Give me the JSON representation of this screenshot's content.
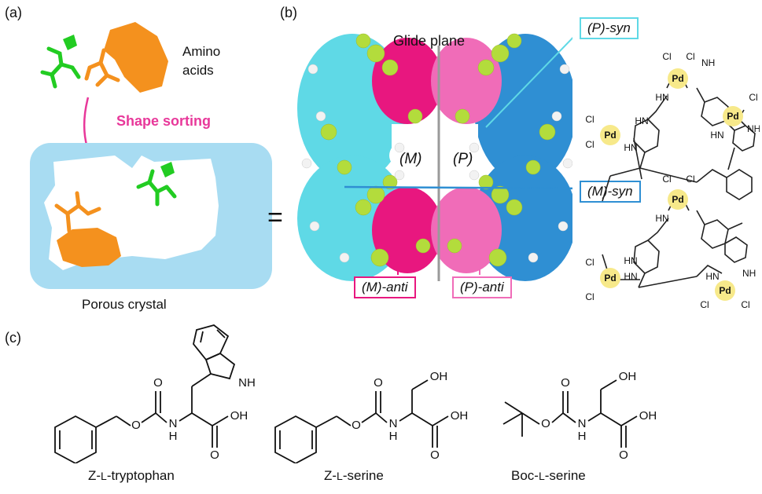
{
  "panel_a": {
    "label": "(a)",
    "amino_acids_line1": "Amino",
    "amino_acids_line2": "acids",
    "shape_sorting": "Shape sorting",
    "porous_crystal": "Porous crystal"
  },
  "equals_sign": "=",
  "panel_b": {
    "label": "(b)",
    "glide_plane": "Glide plane",
    "m_paren": "(M)",
    "p_paren": "(P)",
    "p_syn": "(P)-syn",
    "m_syn": "(M)-syn",
    "m_anti": "(M)-anti",
    "p_anti": "(P)-anti",
    "pd": "Pd",
    "cl": "Cl",
    "hn": "HN",
    "nh": "NH"
  },
  "panel_c": {
    "label": "(c)",
    "compounds": [
      {
        "name_prefix": "Z-",
        "name_l": "L",
        "name_suffix": "-tryptophan"
      },
      {
        "name_prefix": "Z-",
        "name_l": "L",
        "name_suffix": "-serine"
      },
      {
        "name_prefix": "Boc-",
        "name_l": "L",
        "name_suffix": "-serine"
      }
    ],
    "atom_o": "O",
    "atom_oh": "OH",
    "atom_h": "H",
    "atom_n": "N",
    "atom_nh": "NH"
  },
  "colors": {
    "cyan": "#5fd9e6",
    "blue": "#2f8fd3",
    "pink": "#e8177f",
    "light_pink": "#f06cb8",
    "green": "#22cc22",
    "orange": "#f4911e",
    "crystal_bg": "#a8dcf2",
    "lime": "#b3dc3c",
    "pd_yellow": "#f7e98a",
    "sort_arrow": "#e8389a"
  }
}
